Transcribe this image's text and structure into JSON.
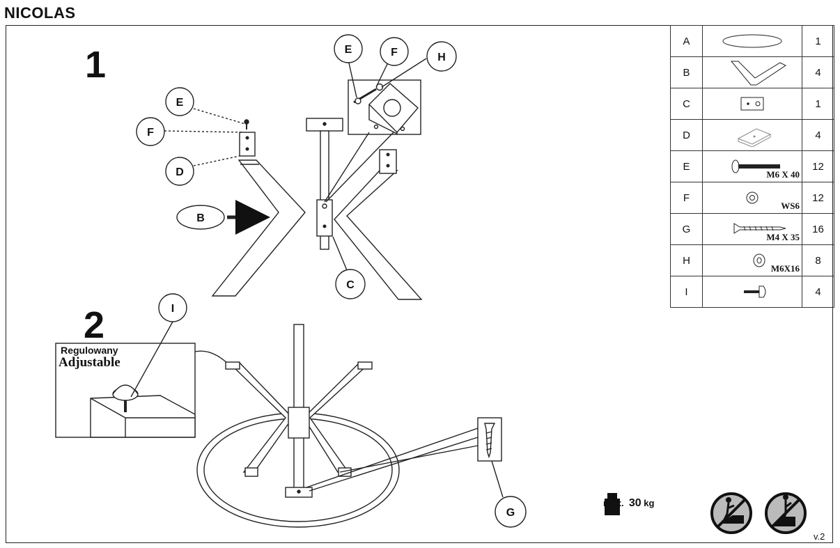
{
  "title": "NICOLAS",
  "steps": [
    "1",
    "2"
  ],
  "callouts": {
    "s1_E": "E",
    "s1_F": "F",
    "s1_D": "D",
    "s1_B": "B",
    "s1_C": "C",
    "top_E": "E",
    "top_F": "F",
    "top_H": "H",
    "s2_I": "I",
    "s2_G": "G"
  },
  "adjustable": {
    "pl": "Regulowany",
    "en": "Adjustable"
  },
  "parts": [
    {
      "letter": "A",
      "label": "",
      "qty": "1",
      "icon": "ellipse-top-icon"
    },
    {
      "letter": "B",
      "label": "",
      "qty": "4",
      "icon": "v-leg-icon"
    },
    {
      "letter": "C",
      "label": "",
      "qty": "1",
      "icon": "bracket-plate-icon"
    },
    {
      "letter": "D",
      "label": "",
      "qty": "4",
      "icon": "mount-block-icon"
    },
    {
      "letter": "E",
      "label": "M6 X 40",
      "qty": "12",
      "icon": "bolt-icon"
    },
    {
      "letter": "F",
      "label": "WS6",
      "qty": "12",
      "icon": "spring-washer-icon"
    },
    {
      "letter": "G",
      "label": "M4 X 35",
      "qty": "16",
      "icon": "wood-screw-icon"
    },
    {
      "letter": "H",
      "label": "M6X16",
      "qty": "8",
      "icon": "washer-icon"
    },
    {
      "letter": "I",
      "label": "",
      "qty": "4",
      "icon": "adjustable-foot-icon"
    }
  ],
  "max_load": {
    "prefix": "max.",
    "value": "30",
    "unit": "kg"
  },
  "version": "v.2",
  "icons": [
    "weight-icon",
    "no-standing-icon",
    "no-sitting-icon"
  ]
}
